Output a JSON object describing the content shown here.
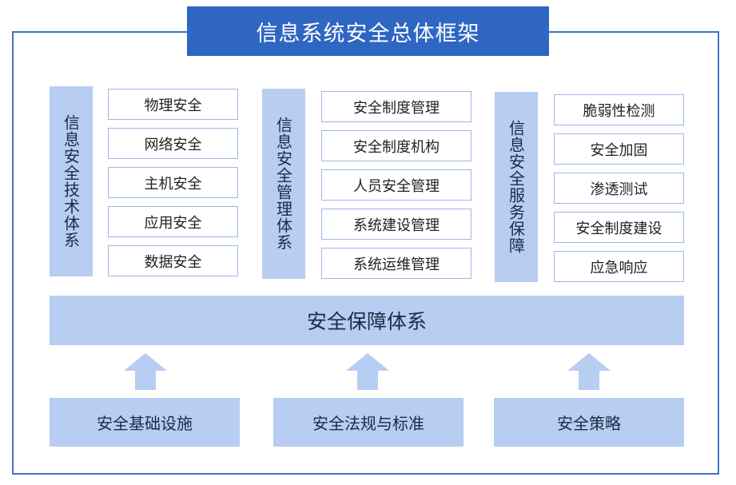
{
  "title": "信息系统安全总体框架",
  "columns": [
    {
      "label": "信息安全技术体系",
      "items": [
        "物理安全",
        "网络安全",
        "主机安全",
        "应用安全",
        "数据安全"
      ]
    },
    {
      "label": "信息安全管理体系",
      "items": [
        "安全制度管理",
        "安全制度机构",
        "人员安全管理",
        "系统建设管理",
        "系统运维管理"
      ]
    },
    {
      "label": "信息安全服务保障",
      "items": [
        "脆弱性检测",
        "安全加固",
        "渗透测试",
        "安全制度建设",
        "应急响应"
      ]
    }
  ],
  "foundation": "安全保障体系",
  "bases": [
    "安全基础设施",
    "安全法规与标准",
    "安全策略"
  ],
  "colors": {
    "title_bg": "#2f66c2",
    "border": "#3f73c6",
    "panel": "#b8cdf2",
    "item_border": "#9eb7e2"
  }
}
